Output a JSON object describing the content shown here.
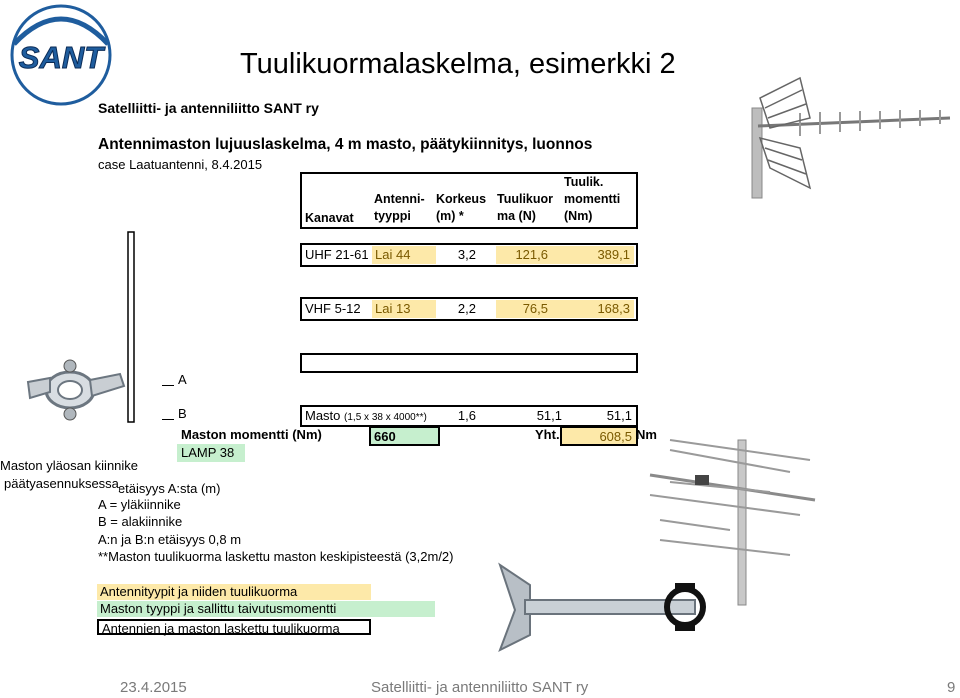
{
  "slide": {
    "title": "Tuulikuormalaskelma, esimerkki 2",
    "logo_text": "SANT",
    "org_line": "Satelliitti- ja antenniliitto SANT ry",
    "heading": "Antennimaston lujuuslaskelma, 4 m masto, päätykiinnitys, luonnos",
    "case_line": "case Laatuantenni, 8.4.2015"
  },
  "table": {
    "headers": {
      "kanavat": "Kanavat",
      "antenni_1": "Antenni-",
      "antenni_2": "tyyppi",
      "korkeus_1": "Korkeus",
      "korkeus_2": "(m) *",
      "tuulikuorma_1": "Tuulikuor",
      "tuulikuorma_2": "ma (N)",
      "momentti_1": "Tuulik.",
      "momentti_2": "momentti",
      "momentti_3": "(Nm)"
    },
    "rows": [
      {
        "kanava": "UHF 21-61",
        "tyyppi": "Lai 44",
        "korkeus": "3,2",
        "kuorma": "121,6",
        "momentti": "389,1"
      },
      {
        "kanava": "VHF 5-12",
        "tyyppi": "Lai 13",
        "korkeus": "2,2",
        "kuorma": "76,5",
        "momentti": "168,3"
      }
    ],
    "mast_row": {
      "label": "Masto",
      "dims": "(1,5 x 38 x 4000**)",
      "korkeus": "1,6",
      "kuorma": "51,1",
      "momentti": "51,1"
    },
    "mast_moment_label": "Maston momentti (Nm)",
    "mast_moment_value": "660",
    "total_label": "Yht.",
    "total_value": "608,5",
    "total_unit": "Nm",
    "lamp": "LAMP 38"
  },
  "mast_labels": {
    "a": "A",
    "b": "B"
  },
  "notes": [
    "* = etäisyys A:sta (m)",
    "A = yläkiinnike",
    "B = alakiinnike",
    "A:n ja B:n etäisyys 0,8 m",
    "**Maston tuulikuorma laskettu maston keskipisteestä (3,2m/2)"
  ],
  "legend": [
    {
      "label": "Antennityypit ja niiden tuulikuorma",
      "color": "#fde9a9"
    },
    {
      "label": "Maston tyyppi ja sallittu taivutusmomentti",
      "color": "#c6efce"
    },
    {
      "label": "Antennien ja maston laskettu tuulikuorma",
      "color": "#ffffff"
    }
  ],
  "bracket_caption": {
    "line1": "Maston yläosan kiinnike",
    "line2": "päätyasennuksessa"
  },
  "footer": {
    "date": "23.4.2015",
    "org": "Satelliitti- ja antenniliitto SANT ry",
    "page": "9"
  },
  "colors": {
    "antenna_fill": "#fde9a9",
    "mast_fill": "#c6efce",
    "logo_blue": "#1f5d9e",
    "footer": "#7a7a7a"
  }
}
